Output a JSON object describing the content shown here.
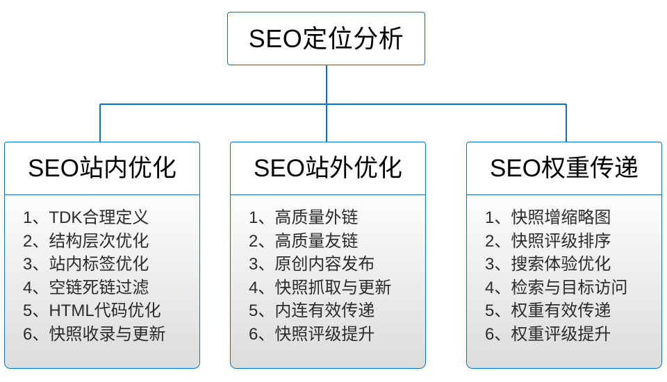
{
  "diagram": {
    "root": {
      "title": "SEO定位分析"
    },
    "accent_color": "#1070c0",
    "branches": [
      {
        "header": "SEO站内优化",
        "items": [
          "1、TDK合理定义",
          "2、结构层次优化",
          "3、站内标签优化",
          "4、空链死链过滤",
          "5、HTML代码优化",
          "6、快照收录与更新"
        ]
      },
      {
        "header": "SEO站外优化",
        "items": [
          "1、高质量外链",
          "2、高质量友链",
          "3、原创内容发布",
          "4、快照抓取与更新",
          "5、内连有效传递",
          "6、快照评级提升"
        ]
      },
      {
        "header": "SEO权重传递",
        "items": [
          "1、快照增缩略图",
          "2、快照评级排序",
          "3、搜索体验优化",
          "4、检索与目标访问",
          "5、权重有效传递",
          "6、权重评级提升"
        ]
      }
    ]
  }
}
